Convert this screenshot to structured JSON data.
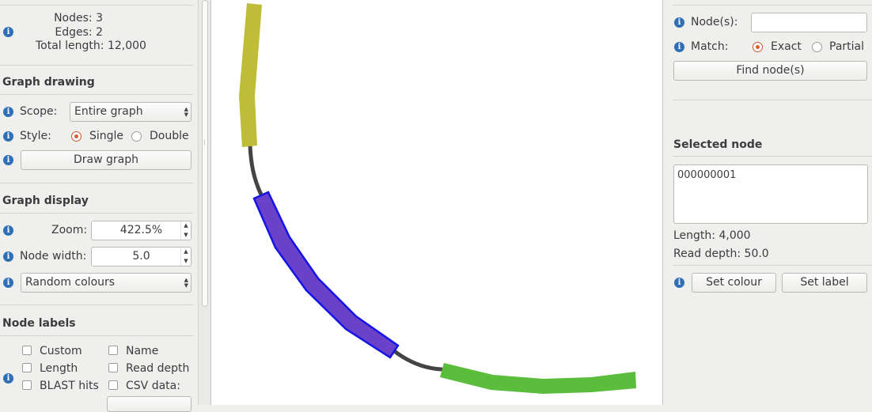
{
  "info": {
    "nodes_label": "Nodes:",
    "nodes_value": "3",
    "edges_label": "Edges:",
    "edges_value": "2",
    "total_length_label": "Total length:",
    "total_length_value": "12,000"
  },
  "graph_drawing": {
    "heading": "Graph drawing",
    "scope_label": "Scope:",
    "scope_value": "Entire graph",
    "style_label": "Style:",
    "style_options": [
      "Single",
      "Double"
    ],
    "style_selected": "Single",
    "draw_button": "Draw graph"
  },
  "graph_display": {
    "heading": "Graph display",
    "zoom_label": "Zoom:",
    "zoom_value": "422.5%",
    "node_width_label": "Node width:",
    "node_width_value": "5.0",
    "colour_mode": "Random colours"
  },
  "node_labels": {
    "heading": "Node labels",
    "options": [
      "Custom",
      "Name",
      "Length",
      "Read depth",
      "BLAST hits",
      "CSV data:"
    ]
  },
  "find": {
    "nodes_label": "Node(s):",
    "nodes_value": "",
    "match_label": "Match:",
    "match_options": [
      "Exact",
      "Partial"
    ],
    "match_selected": "Exact",
    "find_button": "Find node(s)"
  },
  "selected": {
    "heading": "Selected node",
    "node_text": "000000001",
    "length": "Length: 4,000",
    "read_depth": "Read depth: 50.0",
    "set_colour_button": "Set colour",
    "set_label_button": "Set label"
  },
  "graph": {
    "colors": {
      "node_olive": "#bfbc37",
      "node_purple": "#6a41c9",
      "node_purple_outline": "#1414e6",
      "node_green": "#5bbd3c",
      "edge": "#444444"
    }
  },
  "icons": [
    "info-icon",
    "spinbox-arrows-icon",
    "combo-arrows-icon",
    "splitter-handle-icon"
  ]
}
